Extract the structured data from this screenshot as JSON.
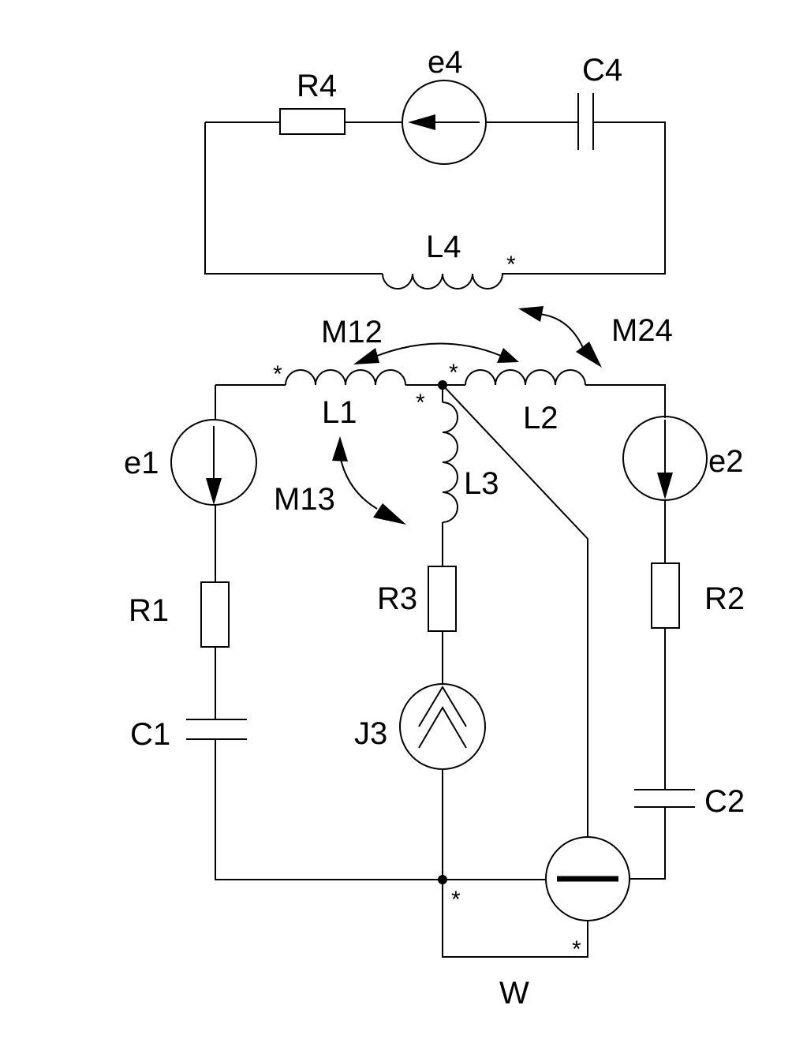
{
  "components": {
    "R4": "R4",
    "e4": "e4",
    "C4": "C4",
    "L4": "L4",
    "M12": "M12",
    "M24": "M24",
    "M13": "M13",
    "L1": "L1",
    "L2": "L2",
    "L3": "L3",
    "e1": "e1",
    "e2": "e2",
    "R1": "R1",
    "R2": "R2",
    "R3": "R3",
    "C1": "C1",
    "C2": "C2",
    "J3": "J3",
    "W": "W"
  },
  "polarity_mark": "*"
}
